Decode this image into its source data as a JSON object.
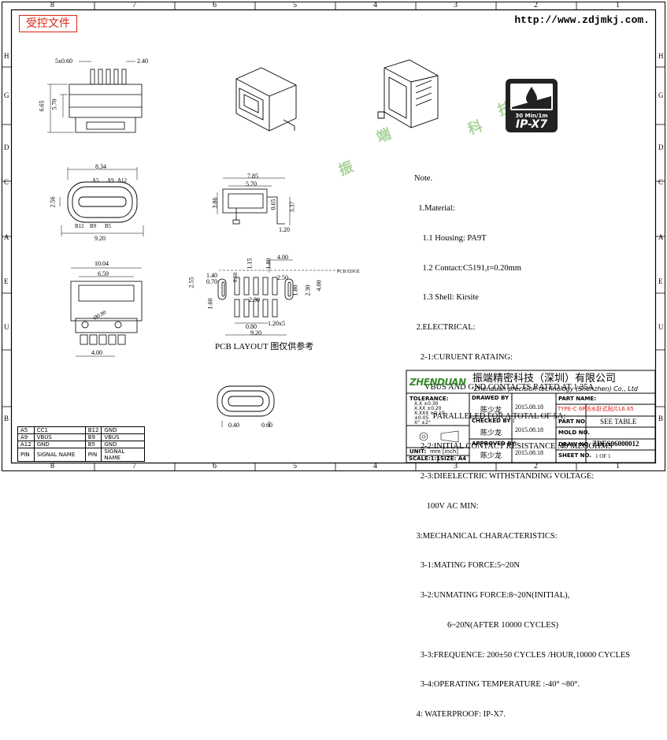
{
  "header": {
    "stamp": "受控文件",
    "url": "http://www.zdjmkj.com."
  },
  "grid": {
    "top": [
      "8",
      "7",
      "6",
      "5",
      "4",
      "3",
      "2",
      "1"
    ],
    "bottom": [
      "8",
      "7",
      "6",
      "5",
      "4",
      "3",
      "2",
      "1"
    ],
    "left": [
      "H",
      "G",
      "D",
      "C",
      "A",
      "E",
      "U",
      "B"
    ],
    "right": [
      "H",
      "G",
      "D",
      "C",
      "A",
      "E",
      "U",
      "B"
    ]
  },
  "dims": {
    "pitch": "5x0.60",
    "d240": "2.40",
    "d665": "6.65",
    "d570": "5.70",
    "d834": "8.34",
    "a5": "A5",
    "a9": "A9",
    "a12": "A12",
    "b12": "B12",
    "b9": "B9",
    "b5": "B5",
    "d256": "2.56",
    "d920": "9.20",
    "d785": "7.85",
    "d570b": "5.70",
    "d386": "3.86",
    "d065": "0.65",
    "d337": "3.37",
    "d120": "1.20",
    "d1004": "10.04",
    "d659": "6.59",
    "d080": "Ø0.80",
    "d400": "4.00",
    "p400": "4.00",
    "p115": "1.15",
    "p180": "1.80",
    "p140": "1.40",
    "p070": "0.70",
    "p255": "2.55",
    "p060": "0.60",
    "p230": "2.30",
    "p250": "2.50",
    "p160": "1.60",
    "p180b": "1.80",
    "p230b": "2.30",
    "p400b": "4.00",
    "p080": "0.80",
    "p120x5": "1.20x5",
    "p920": "9.20",
    "pcb_edge": "PCB EDGE",
    "b040": "0.40",
    "b060": "0.60"
  },
  "pcb_caption": "PCB LAYOUT 图仅供参考",
  "ip_badge": {
    "line1": "30 Min/1m",
    "line2": "IP-X7"
  },
  "watermark": [
    "振",
    "端",
    "科",
    "技"
  ],
  "notes": [
    "Note.",
    "  1.Material:",
    "    1.1 Housing: PA9T",
    "    1.2 Contact:C5191,t=0.20mm",
    "    1.3 Shell: Kirsite",
    " 2.ELECTRICAL:",
    "   2-1:CURUENT RATAING:",
    "     VBUS AND GND CONTACTS RATED AT 1.25A",
    "         PARALLELED FOR A TOTAL OF 5A:",
    "   2-2:INITIAL CONTACT RESISTANCE :40 MEGOHMS",
    "   2-3:DIEELECTRIC WITHSTANDING VOLTAGE:",
    "      100V AC MIN:",
    " 3:MECHANICAL CHARACTERISTICS:",
    "   3-1:MATING FORCE:5~20N",
    "   3-2:UNMATING FORCE:8~20N(INITIAL),",
    "                6~20N(AFTER 10000 CYCLES)",
    "   3-3:FREQUENCE: 200±50 CYCLES /HOUR,10000 CYCLES",
    "   3-4:OPERATING TEMPERATURE :-40° ~80°.",
    " 4: WATERPROOF: IP-X7."
  ],
  "title_block": {
    "logo": "ZHENDUAN",
    "company_cn": "振端精密科技（深圳）有限公司",
    "company_en": "Zhenduan precision technology (Shenzhen) Co., Ltd",
    "tolerance_label": "TOLERANCE:",
    "tol_rows": [
      {
        "k": "X.X",
        "v": "±0.30"
      },
      {
        "k": "X.XX",
        "v": "±0.20"
      },
      {
        "k": "X.XXX",
        "v": "±0.10"
      },
      {
        "k": "",
        "v": "±0.05"
      },
      {
        "k": "X°",
        "v": "±2°"
      }
    ],
    "unit_label": "UNIT:",
    "unit_value": "mm [inch]",
    "scale_label": "SCALE:1:1",
    "size_label": "SIZE: A4",
    "drawn_by_label": "DRAWED BY :",
    "drawn_by": "陈少龙",
    "drawn_date": "2015.08.18",
    "checked_by_label": "CHECKED BY :",
    "checked_by": "陈少龙",
    "checked_date": "2015.08.18",
    "approved_by_label": "APPROVED BY:",
    "approved_by": "陈少龙",
    "approved_date": "2015.08.18",
    "part_name_label": "PART NAME:",
    "part_name": "TYPE-C 6P防水卧式贴片L6.65",
    "part_no_label": "PART NO.",
    "part_no": "SEE TABLE",
    "mold_no_label": "MOLD NO.",
    "mold_no": "",
    "draw_no_label": "DRAW NO.",
    "draw_no": "ZDES06000012",
    "sheet_no_label": "SHEET NO.",
    "sheet_no": "1 OF 1"
  },
  "signal_table": {
    "rows": [
      [
        "A5",
        "CC1",
        "B12",
        "GND"
      ],
      [
        "A9",
        "VBUS",
        "B9",
        "VBUS"
      ],
      [
        "A12",
        "GND",
        "B5",
        "GND"
      ],
      [
        "PIN",
        "SIGNAL NAME",
        "PIN",
        "SIGNAL NAME"
      ]
    ]
  }
}
